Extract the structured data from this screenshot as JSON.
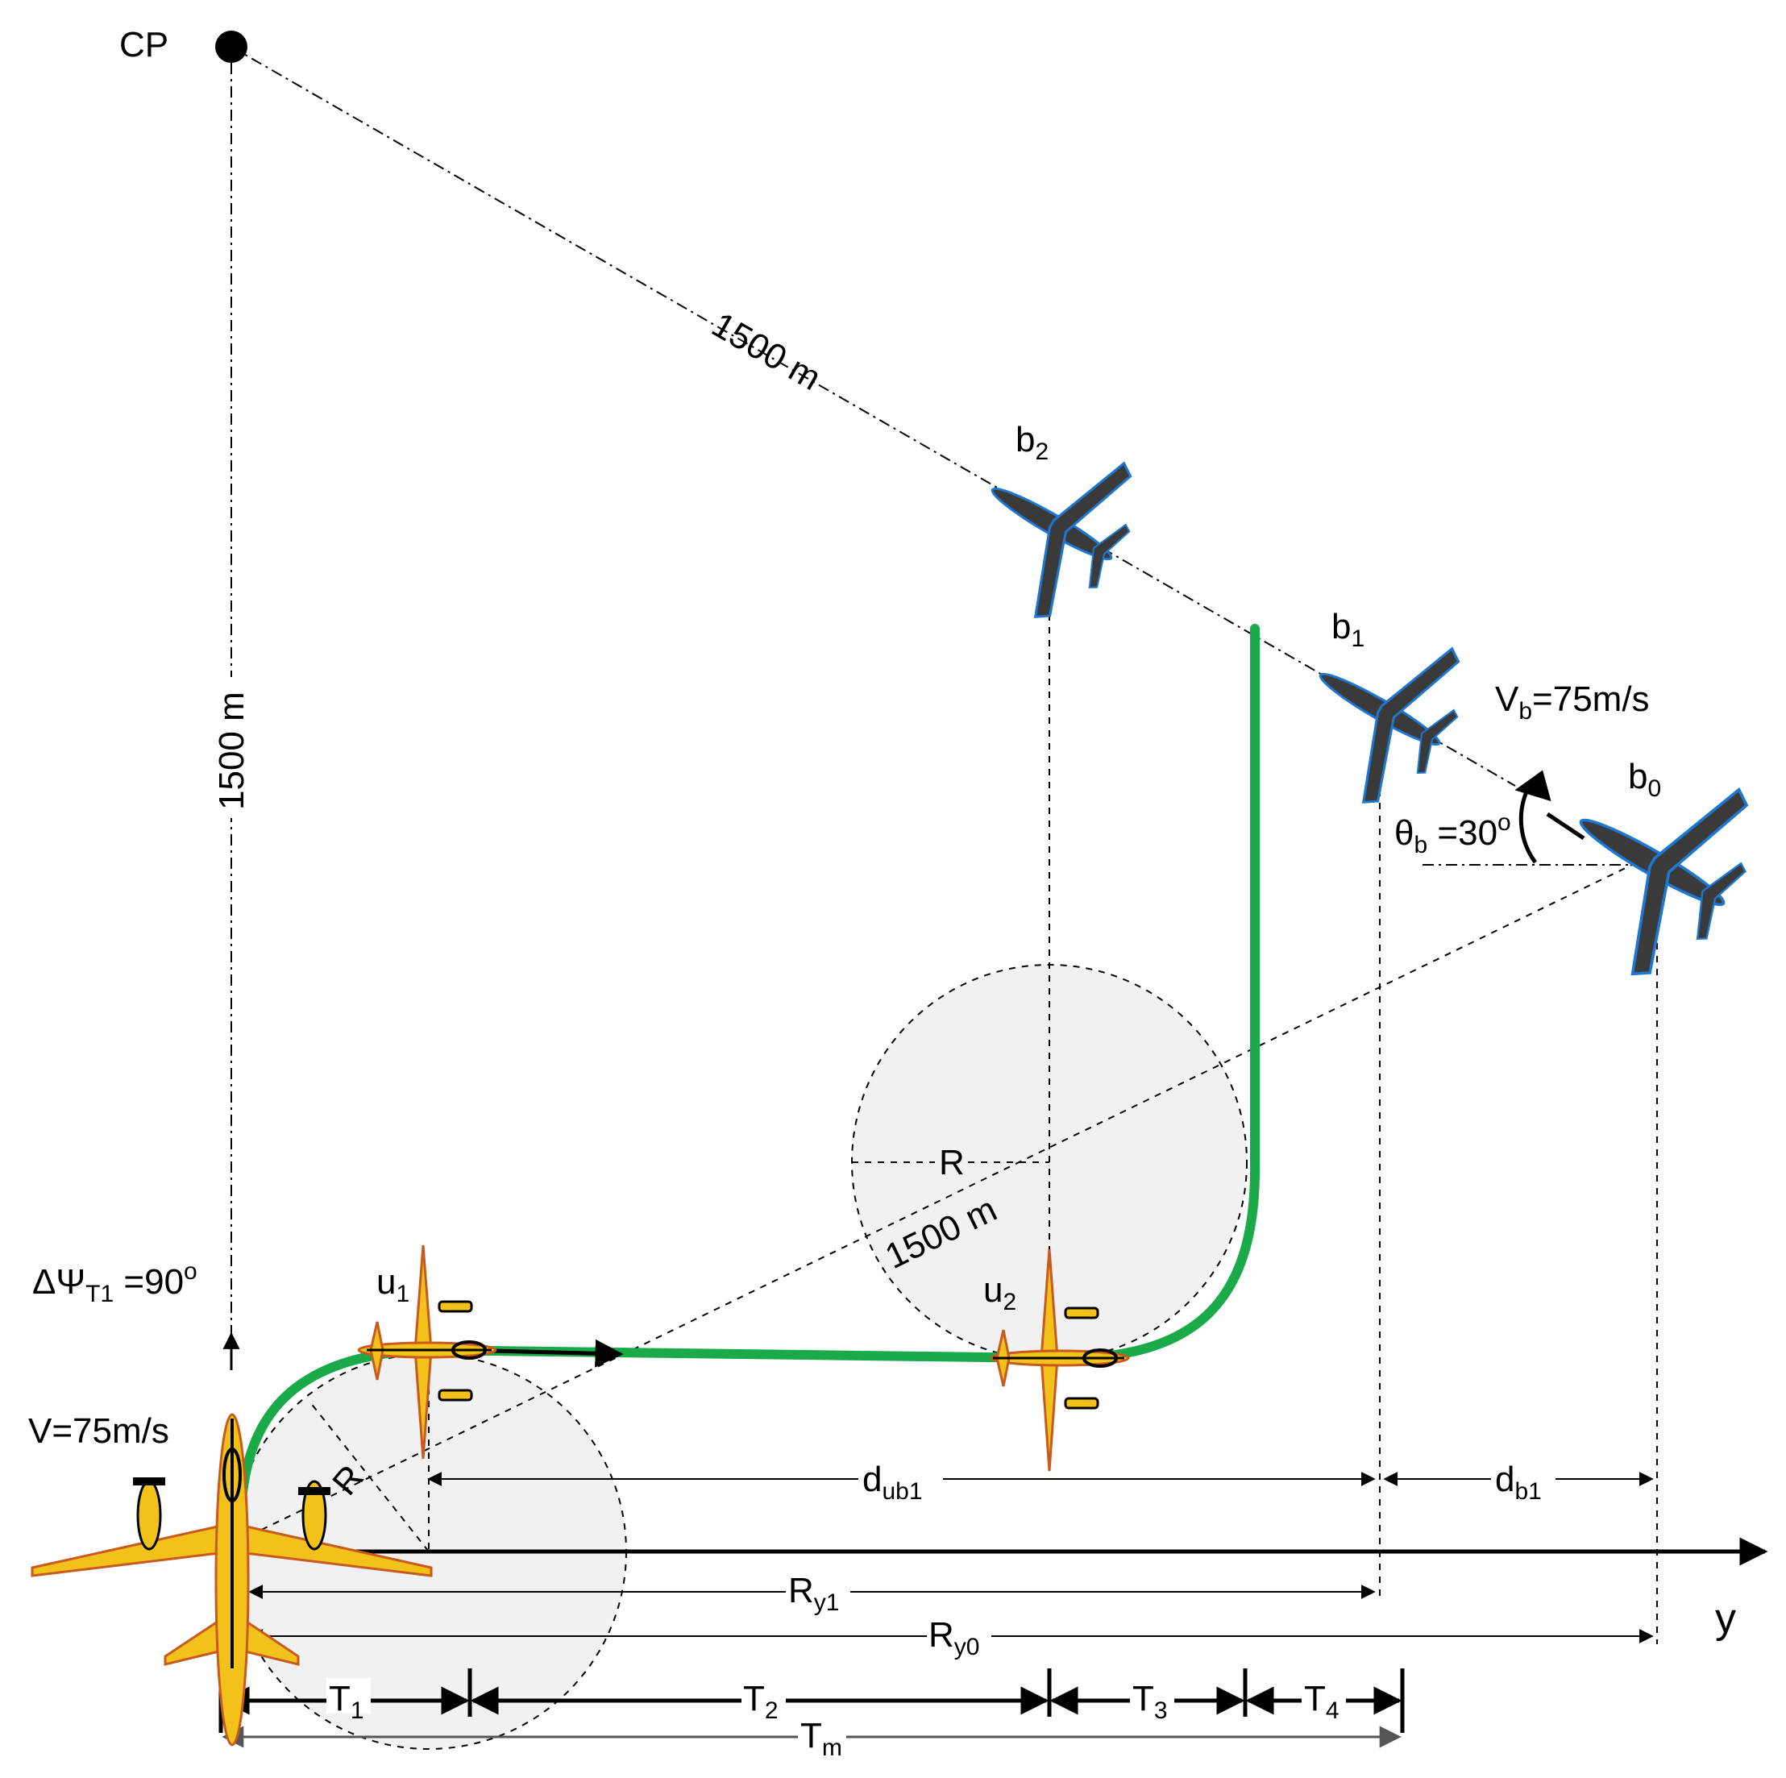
{
  "points": {
    "cp": "CP"
  },
  "labels": {
    "dist_cp_b": "1500 m",
    "dist_cp_vertical": "1500 m",
    "dist_diag": "1500 m",
    "radius_1": "R",
    "radius_2": "R",
    "heading_change": "ΔΨ",
    "heading_change_sub": "T1",
    "heading_change_value": " =90",
    "heading_change_sup": "o",
    "uav_speed": "V=75m/s",
    "bomber_speed": "V",
    "bomber_speed_sub": "b",
    "bomber_speed_value": "=75m/s",
    "theta": "θ",
    "theta_sub": "b",
    "theta_value": " =30",
    "theta_sup": "o",
    "y_axis": "y"
  },
  "aircraft": {
    "b2": {
      "base": "b",
      "sub": "2"
    },
    "b1": {
      "base": "b",
      "sub": "1"
    },
    "b0": {
      "base": "b",
      "sub": "0"
    },
    "u1": {
      "base": "u",
      "sub": "1"
    },
    "u2": {
      "base": "u",
      "sub": "2"
    }
  },
  "dimensions": {
    "d_ub1": {
      "base": "d",
      "sub": "ub1"
    },
    "d_b1": {
      "base": "d",
      "sub": "b1"
    },
    "r_y1": {
      "base": "R",
      "sub": "y1"
    },
    "r_y0": {
      "base": "R",
      "sub": "y0"
    }
  },
  "time_segments": [
    {
      "base": "T",
      "sub": "1"
    },
    {
      "base": "T",
      "sub": "2"
    },
    {
      "base": "T",
      "sub": "3"
    },
    {
      "base": "T",
      "sub": "4"
    }
  ],
  "total_time": {
    "base": "T",
    "sub": "m"
  },
  "colors": {
    "path": "#1aaa4a",
    "uav_body": "#f2c21a",
    "uav_outline": "#c85a1e",
    "bomber_body": "#3a3a3a",
    "bomber_edge": "#1e78d2",
    "circle_fill": "#f1f1f1"
  }
}
